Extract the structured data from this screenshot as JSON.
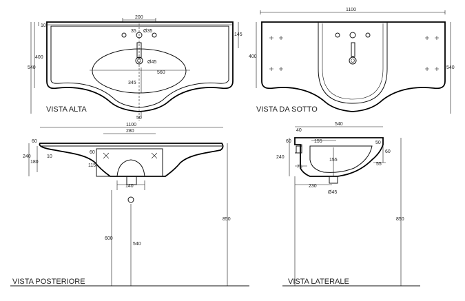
{
  "views": {
    "top": {
      "title": "VISTA ALTA"
    },
    "bottom": {
      "title": "VISTA DA SOTTO"
    },
    "rear": {
      "title": "VISTA POSTERIORE"
    },
    "side": {
      "title": "VISTA LATERALE"
    }
  },
  "dims": {
    "top_width_200": "200",
    "top_35": "35",
    "top_phi35": "Ø35",
    "top_10": "10",
    "top_145": "145",
    "top_400": "400",
    "top_540": "540",
    "top_phi45": "Ø45",
    "top_560": "560",
    "top_345": "345",
    "top_50": "50",
    "bottom_1100": "1100",
    "bottom_400": "400",
    "bottom_540": "540",
    "rear_1100": "1100",
    "rear_280": "280",
    "rear_60a": "60",
    "rear_240": "240",
    "rear_180": "180",
    "rear_10": "10",
    "rear_60b": "60",
    "rear_115": "115",
    "rear_140": "140",
    "rear_600": "600",
    "rear_540": "540",
    "rear_850": "850",
    "side_540": "540",
    "side_40": "40",
    "side_155a": "155",
    "side_50": "50",
    "side_60a": "60",
    "side_60b": "60",
    "side_240": "240",
    "side_155b": "155",
    "side_75": "75",
    "side_55": "55",
    "side_230": "230",
    "side_phi45": "Ø45",
    "side_850": "850"
  }
}
